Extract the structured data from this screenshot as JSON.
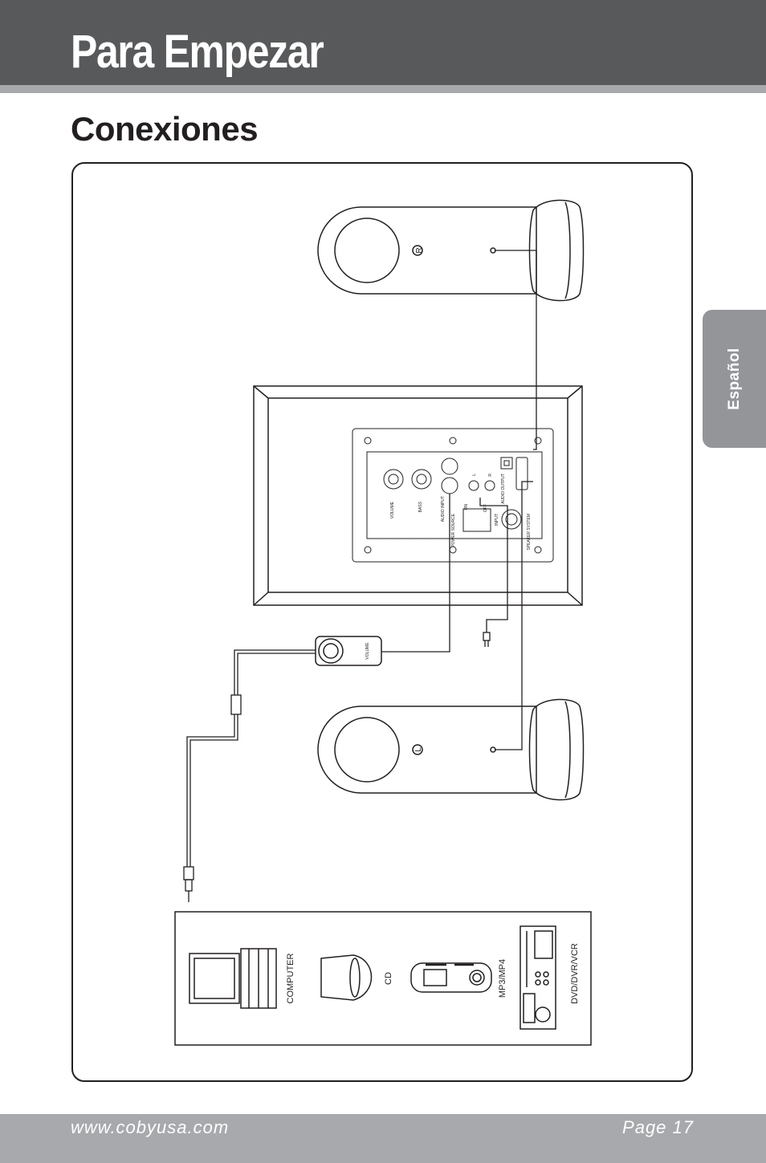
{
  "header": {
    "title": "Para Empezar"
  },
  "section": {
    "title": "Conexiones"
  },
  "side_tab": {
    "label": "Español"
  },
  "diagram": {
    "speaker_right_label": "R",
    "speaker_left_label": "L",
    "panel_labels": {
      "volume": "VOLUME",
      "bass": "BASS",
      "audio_input": "AUDIO INPUT",
      "power_source": "POWER SOURCE",
      "on": "ON",
      "off": "OFF",
      "input": "INPUT",
      "audio_output": "AUDIO OUTPUT",
      "speaker_system": "SPEAKER SYSTEM",
      "l": "L",
      "r": "R"
    },
    "remote_label": "VOLUME",
    "devices": [
      "COMPUTER",
      "CD",
      "MP3/MP4",
      "DVD/DVR/VCR"
    ]
  },
  "footer": {
    "url": "www.cobyusa.com",
    "page": "Page 17"
  }
}
